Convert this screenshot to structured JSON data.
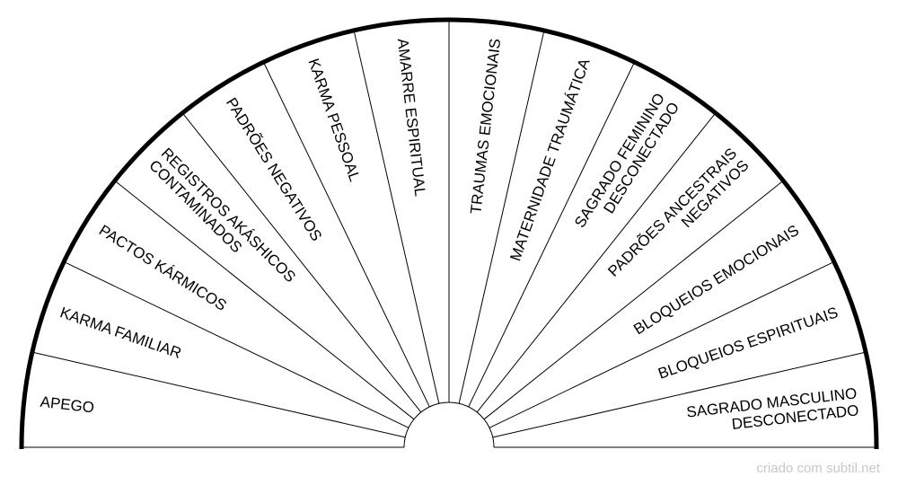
{
  "chart": {
    "sectors": [
      {
        "lines": [
          "APEGO"
        ]
      },
      {
        "lines": [
          "KARMA FAMILIAR"
        ]
      },
      {
        "lines": [
          "PACTOS KÁRMICOS"
        ]
      },
      {
        "lines": [
          "REGISTROS AKÁSHICOS",
          "CONTAMINADOS"
        ]
      },
      {
        "lines": [
          "PADRÕES NEGATIVOS"
        ]
      },
      {
        "lines": [
          "KARMA PESSOAL"
        ]
      },
      {
        "lines": [
          "AMARRE ESPIRITUAL"
        ]
      },
      {
        "lines": [
          "TRAUMAS EMOCIONAIS"
        ]
      },
      {
        "lines": [
          "MATERNIDADE TRAUMÁTICA"
        ]
      },
      {
        "lines": [
          "SAGRADO FEMININO",
          "DESCONECTADO"
        ]
      },
      {
        "lines": [
          "PADRÕES ANCESTRAIS",
          "NEGATIVOS"
        ]
      },
      {
        "lines": [
          "BLOQUEIOS EMOCIONAIS"
        ]
      },
      {
        "lines": [
          "BLOQUEIOS ESPIRITUAIS"
        ]
      },
      {
        "lines": [
          "SAGRADO MASCULINO",
          "DESCONECTADO"
        ]
      }
    ]
  },
  "footer": "criado com subtil.net"
}
